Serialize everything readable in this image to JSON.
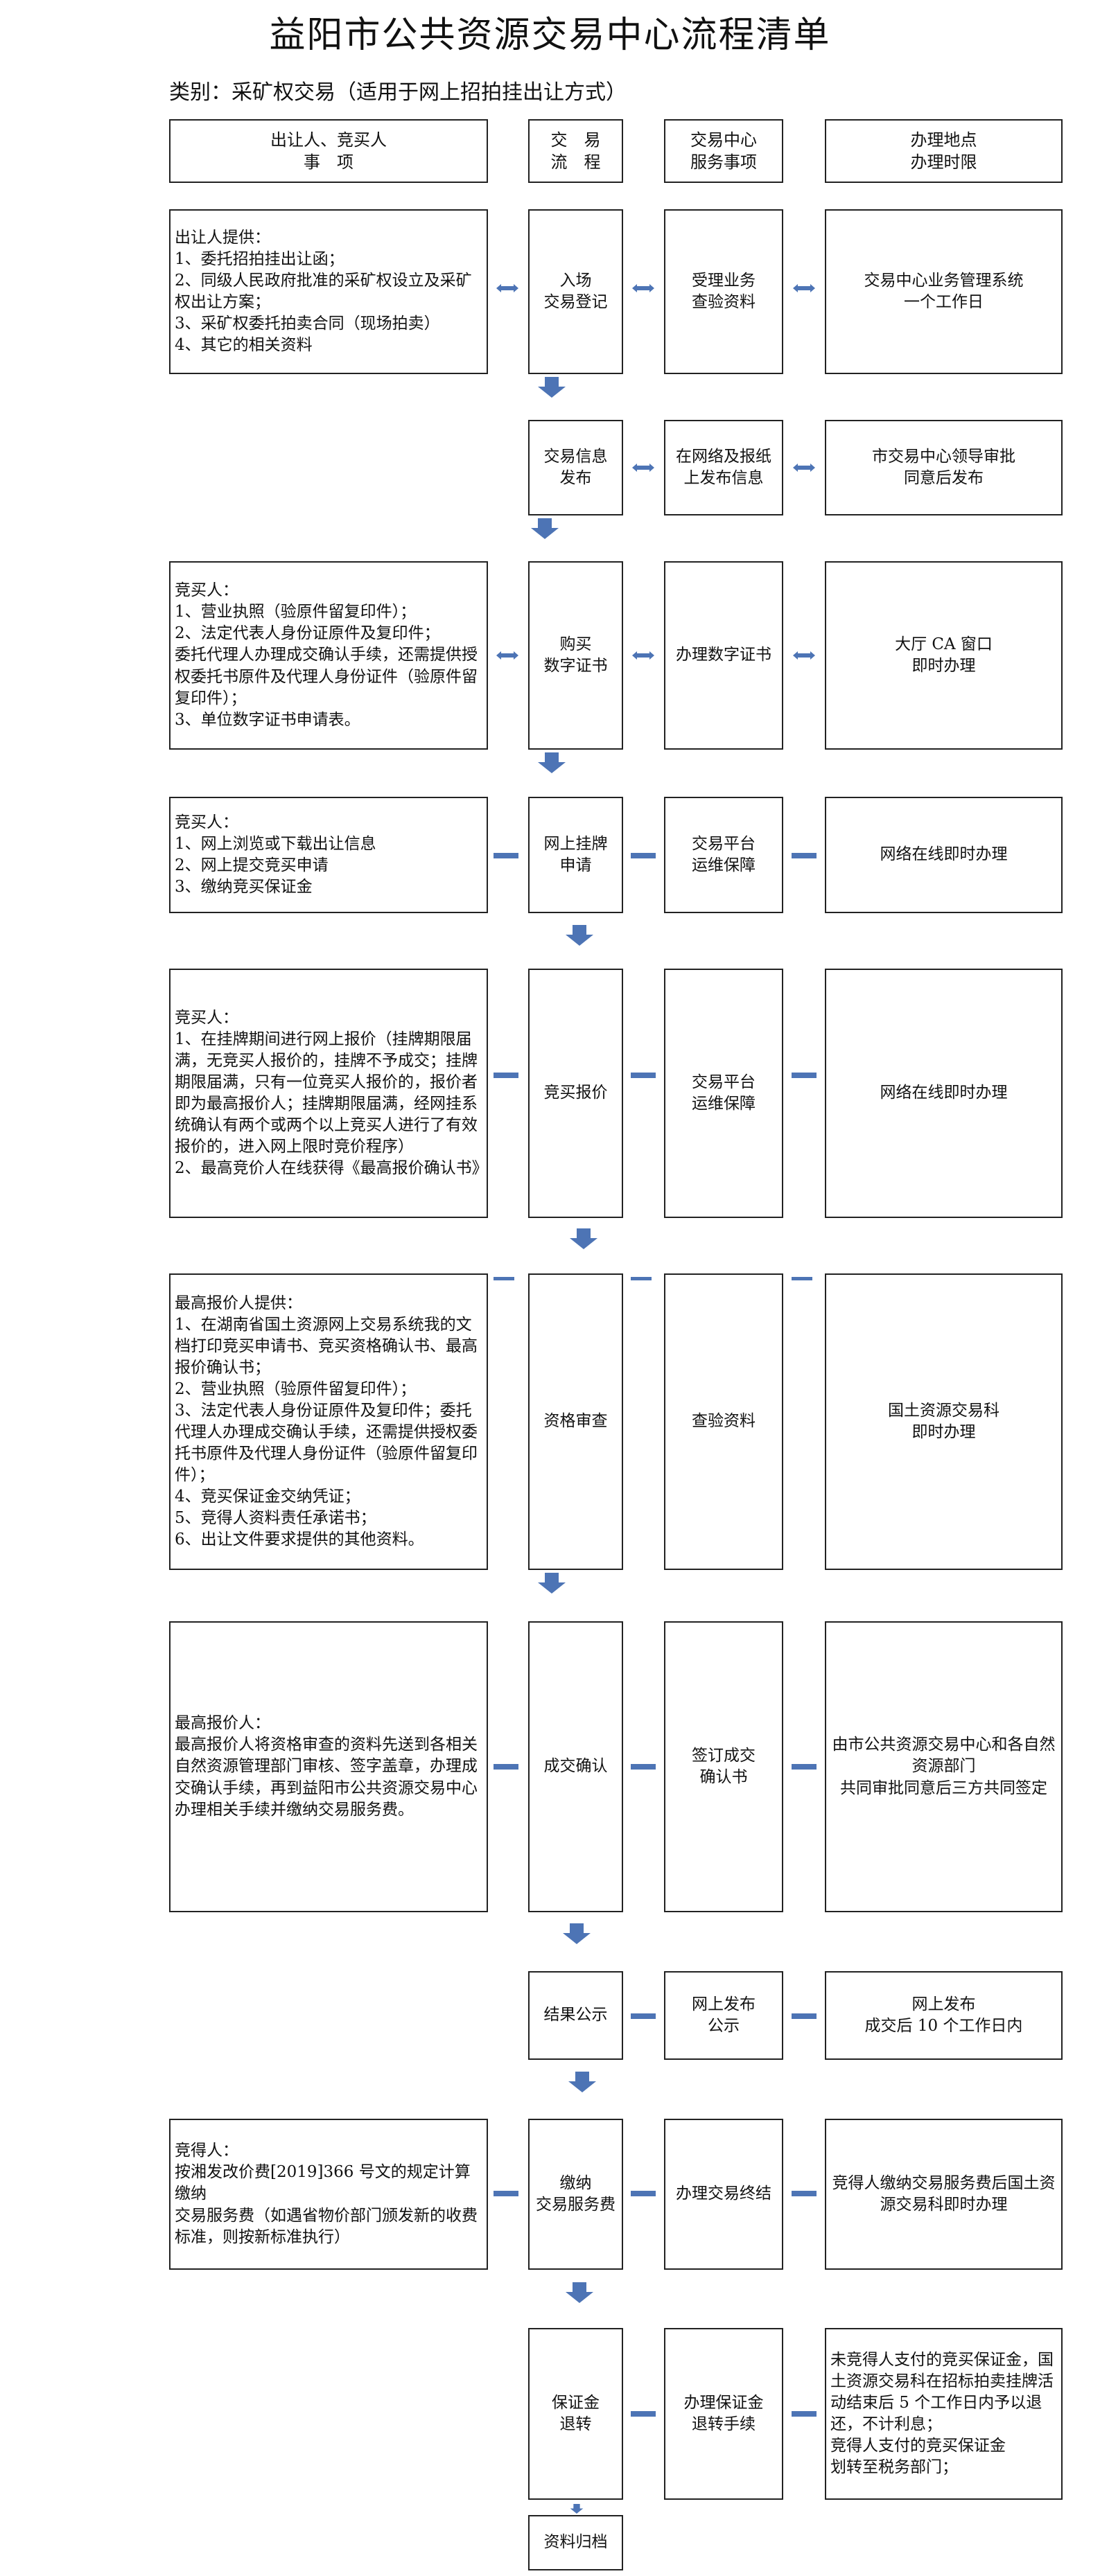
{
  "title": "益阳市公共资源交易中心流程清单",
  "category": "类别：采矿权交易（适用于网上招拍挂出让方式）",
  "headers": {
    "col1": "出让人、竞买人\n事　项",
    "col2": "交　易\n流　程",
    "col3": "交易中心\n服务事项",
    "col4": "办理地点\n办理时限"
  },
  "rows": [
    {
      "matters": "出让人提供：\n1、委托招拍挂出让函；\n2、同级人民政府批准的采矿权设立及采矿权出让方案；\n3、采矿权委托拍卖合同（现场拍卖）\n4、其它的相关资料",
      "process": "入场\n交易登记",
      "service": "受理业务\n查验资料",
      "location": "交易中心业务管理系统\n一个工作日"
    },
    {
      "matters": "",
      "process": "交易信息\n发布",
      "service": "在网络及报纸\n上发布信息",
      "location": "市交易中心领导审批\n同意后发布"
    },
    {
      "matters": "竞买人：\n1、营业执照（验原件留复印件）；\n2、法定代表人身份证原件及复印件；\n委托代理人办理成交确认手续，还需提供授权委托书原件及代理人身份证件（验原件留复印件）；\n3、单位数字证书申请表。",
      "process": "购买\n数字证书",
      "service": "办理数字证书",
      "location": "大厅 CA 窗口\n即时办理"
    },
    {
      "matters": "竞买人：\n1、网上浏览或下载出让信息\n2、网上提交竞买申请\n3、缴纳竞买保证金",
      "process": "网上挂牌\n申请",
      "service": "交易平台\n运维保障",
      "location": "网络在线即时办理"
    },
    {
      "matters": "竞买人：\n1、在挂牌期间进行网上报价（挂牌期限届满，无竞买人报价的，挂牌不予成交；挂牌期限届满，只有一位竞买人报价的，报价者即为最高报价人；挂牌期限届满，经网挂系统确认有两个或两个以上竞买人进行了有效报价的，进入网上限时竞价程序）\n2、最高竞价人在线获得《最高报价确认书》",
      "process": "竞买报价",
      "service": "交易平台\n运维保障",
      "location": "网络在线即时办理"
    },
    {
      "matters": "最高报价人提供：\n1、在湖南省国土资源网上交易系统我的文档打印竞买申请书、竞买资格确认书、最高报价确认书；\n2、营业执照（验原件留复印件）；\n3、法定代表人身份证原件及复印件；委托代理人办理成交确认手续，还需提供授权委托书原件及代理人身份证件（验原件留复印件）；\n4、竞买保证金交纳凭证；\n5、竞得人资料责任承诺书；\n6、出让文件要求提供的其他资料。",
      "process": "资格审查",
      "service": "查验资料",
      "location": "国土资源交易科\n即时办理"
    },
    {
      "matters": "最高报价人：\n最高报价人将资格审查的资料先送到各相关自然资源管理部门审核、签字盖章，办理成交确认手续，再到益阳市公共资源交易中心办理相关手续并缴纳交易服务费。",
      "process": "成交确认",
      "service": "签订成交\n确认书",
      "location": "由市公共资源交易中心和各自然资源部门\n共同审批同意后三方共同签定"
    },
    {
      "matters": "",
      "process": "结果公示",
      "service": "网上发布\n公示",
      "location": "网上发布\n成交后 10 个工作日内"
    },
    {
      "matters": "竞得人：\n按湘发改价费[2019]366 号文的规定计算缴纳\n交易服务费（如遇省物价部门颁发新的收费\n标准，则按新标准执行）",
      "process": "缴纳\n交易服务费",
      "service": "办理交易终结",
      "location": "竞得人缴纳交易服务费后国土资源交易科即时办理"
    },
    {
      "matters": "",
      "process": "保证金\n退转",
      "service": "办理保证金\n退转手续",
      "location": "未竞得人支付的竞买保证金，国土资源交易科在招标拍卖挂牌活动结束后 5 个工作日内予以退还，不计利息；\n竞得人支付的竞买保证金\n划转至税务部门；"
    },
    {
      "matters": "",
      "process": "资料归档",
      "service": "",
      "location": ""
    }
  ],
  "colors": {
    "arrow": "#4d74b5",
    "border": "#222222"
  }
}
